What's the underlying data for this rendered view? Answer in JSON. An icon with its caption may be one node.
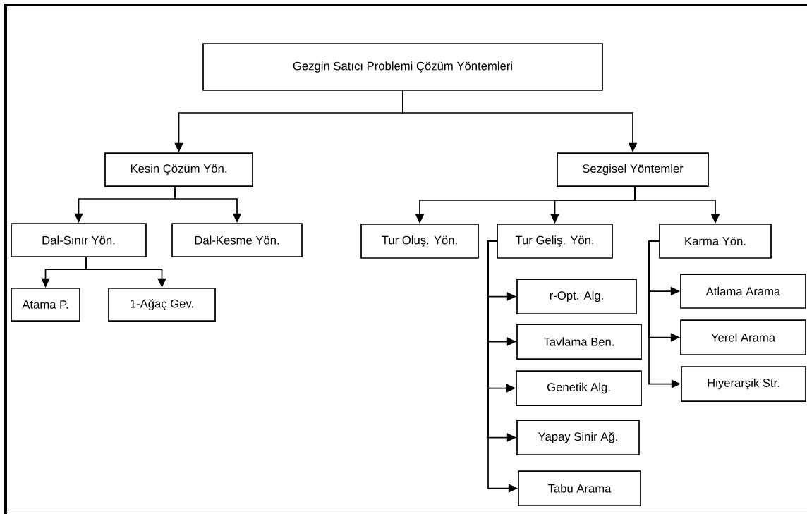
{
  "diagram": {
    "nodes": [
      {
        "text": [
          "Gezgin Satıcı Problemi Çözüm Yöntemleri"
        ]
      },
      {
        "text": [
          "Kesin Çözüm  Yön."
        ]
      },
      {
        "text": [
          "Sezgisel Yöntemler"
        ]
      },
      {
        "text": [
          "Dal-Sınır Yön."
        ]
      },
      {
        "text": [
          "Dal-Kesme Yön."
        ]
      },
      {
        "text": [
          "Tur Oluş. Yön."
        ]
      },
      {
        "text": [
          "Tur Geliş. Yön."
        ]
      },
      {
        "text": [
          "Karma Yön."
        ]
      },
      {
        "text": [
          "Atama P."
        ]
      },
      {
        "text": [
          "1-Ağaç Gev."
        ]
      },
      {
        "text": [
          "r-Opt. Alg."
        ]
      },
      {
        "text": [
          "Tavlama Ben."
        ]
      },
      {
        "text": [
          "Genetik Alg."
        ]
      },
      {
        "text": [
          "Yapay Sinir Ağ."
        ]
      },
      {
        "text": [
          "Tabu Arama"
        ]
      },
      {
        "text": [
          "Atlama Arama"
        ]
      },
      {
        "text": [
          "Yerel Arama"
        ]
      },
      {
        "text": [
          "Hiyerarşik Str."
        ]
      }
    ],
    "edges": [
      {
        "from": 0,
        "to": 1,
        "arrow": "to"
      },
      {
        "from": 0,
        "to": 2,
        "arrow": "to"
      },
      {
        "from": 1,
        "to": 3,
        "arrow": "to"
      },
      {
        "from": 1,
        "to": 4,
        "arrow": "to"
      },
      {
        "from": 3,
        "to": 8,
        "arrow": "to"
      },
      {
        "from": 3,
        "to": 9,
        "arrow": "to"
      },
      {
        "from": 2,
        "to": 5,
        "arrow": "to"
      },
      {
        "from": 2,
        "to": 6,
        "arrow": "to"
      },
      {
        "from": 2,
        "to": 7,
        "arrow": "to"
      },
      {
        "from": 6,
        "to": 10,
        "arrow": "to"
      },
      {
        "from": 6,
        "to": 11,
        "arrow": "to"
      },
      {
        "from": 6,
        "to": 12,
        "arrow": "to"
      },
      {
        "from": 6,
        "to": 13,
        "arrow": "to"
      },
      {
        "from": 6,
        "to": 14,
        "arrow": "to"
      },
      {
        "from": 7,
        "to": 15,
        "arrow": "to"
      },
      {
        "from": 7,
        "to": 16,
        "arrow": "to"
      },
      {
        "from": 7,
        "to": 17,
        "arrow": "to"
      }
    ]
  }
}
